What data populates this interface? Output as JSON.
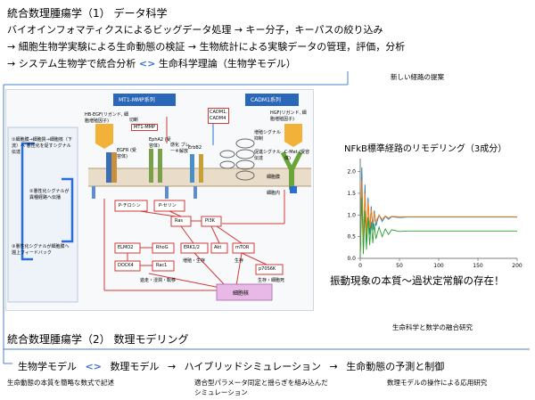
{
  "section1": {
    "title": "統合数理腫瘍学（1） データ科学",
    "line1": "バイオインフォマティクスによるビッグデータ処理 → キー分子，キーパスの絞り込み",
    "line2": "→ 細胞生物学実験による生命動態の検証 → 生物統計による実験データの管理，評価，分析",
    "line3_part1": "→ システム生物学で統合分析",
    "line3_arrow": "<>",
    "line3_part2": "生命科学理論（生物学モデル）",
    "proposal": "新しい経路の提案"
  },
  "pathway": {
    "mt1_header": "MT1-MMP系列",
    "cadm1_header": "CADM1系列",
    "left_notes": [
      "①細胞膜→細胞質→細胞核（下流）へ 悪性化を促すシグナル伝達",
      "②悪性化シグナルが 異種経路へ伝播",
      "③悪性化シグナルが細胞膜へ 遡上フィードバック"
    ],
    "hb_egf": "HB-EGF(リガンド, 細胞増殖因子)",
    "split": "切断",
    "mt1_box": "MT1-MMP",
    "egfr": "EGFR (受容体)",
    "epha2": "EphA2 (受容体)",
    "degradation": "感化 ブレーキ解放",
    "erbb2": "ErbB2",
    "cadm_box": [
      "CADM1,",
      "CADM4"
    ],
    "hgf": "HGF(リガンド, 細胞増殖因子)",
    "cmet": "C-Met (受容体)",
    "activation": "増殖シグナル 抑制",
    "stop": "促進シグナル伝達",
    "membrane": "細胞膜",
    "intracellular": "細胞内",
    "p_tyrosine": "P-チロシン",
    "p_serine": "P-セリン",
    "nodes": [
      "Ras",
      "PI3K",
      "ELMO2",
      "RhoG",
      "DOCK4",
      "Rac1",
      "ERK1/2",
      "Akt",
      "mTOR",
      "p70S6K"
    ],
    "edge_labels": [
      "増殖・生存",
      "生存",
      "遊走・浸潤・転移",
      "生存・細胞死"
    ],
    "nucleus": "細胞核"
  },
  "nfkb": {
    "title": "NFkB標準経路のリモデリング（3成分）",
    "caption": "振動現象の本質〜過状定常解の存在！",
    "fusion": "生命科学と数学の融合研究"
  },
  "chart_data": {
    "type": "line",
    "title": "",
    "xlabel": "",
    "ylabel": "",
    "xlim": [
      0,
      200
    ],
    "ylim": [
      0,
      2.3
    ],
    "xticks": [
      "0",
      "50",
      "100",
      "150",
      "200"
    ],
    "yticks": [
      "0.0",
      "0.5",
      "1.0",
      "1.5",
      "2.0"
    ],
    "series": [
      {
        "color": "#1f77b4",
        "x": [
          0,
          2,
          4,
          6,
          8,
          10,
          12,
          14,
          16,
          18,
          20,
          24,
          28,
          32,
          36,
          40,
          50,
          60,
          80,
          100,
          150,
          200
        ],
        "y": [
          0.05,
          2.1,
          0.2,
          1.7,
          0.35,
          1.4,
          0.55,
          1.2,
          0.65,
          1.1,
          0.75,
          1.0,
          0.85,
          0.97,
          0.9,
          0.96,
          0.94,
          0.95,
          0.95,
          0.95,
          0.95,
          0.95
        ]
      },
      {
        "color": "#ff7f0e",
        "x": [
          0,
          2,
          4,
          6,
          8,
          10,
          12,
          14,
          16,
          18,
          20,
          24,
          28,
          32,
          36,
          40,
          50,
          60,
          80,
          100,
          150,
          200
        ],
        "y": [
          0.1,
          1.8,
          0.4,
          1.5,
          0.55,
          1.3,
          0.7,
          1.15,
          0.8,
          1.05,
          0.85,
          1.0,
          0.9,
          0.98,
          0.93,
          0.97,
          0.96,
          0.96,
          0.96,
          0.96,
          0.96,
          0.96
        ]
      },
      {
        "color": "#2ca02c",
        "x": [
          0,
          2,
          4,
          6,
          8,
          10,
          12,
          14,
          16,
          18,
          20,
          24,
          28,
          32,
          36,
          40,
          50,
          60,
          80,
          100,
          150,
          200
        ],
        "y": [
          0.0,
          1.4,
          0.1,
          1.1,
          0.2,
          0.95,
          0.3,
          0.85,
          0.35,
          0.8,
          0.45,
          0.72,
          0.5,
          0.68,
          0.55,
          0.66,
          0.62,
          0.63,
          0.63,
          0.63,
          0.63,
          0.63
        ]
      }
    ]
  },
  "section2": {
    "title": "統合数理腫瘍学（2） 数理モデリング",
    "flow": [
      "生物学モデル",
      "<>",
      "数理モデル",
      "→",
      "ハイブリッドシミュレーション",
      "→",
      "生命動態の予測と制御"
    ],
    "note1": "生命動態の本質を簡略な数式で記述",
    "note2a": "適合型パラメータ同定と揺らぎを組み込んだ",
    "note2b": "シミュレーション",
    "note3": "数理モデルの操作による応用研究"
  }
}
